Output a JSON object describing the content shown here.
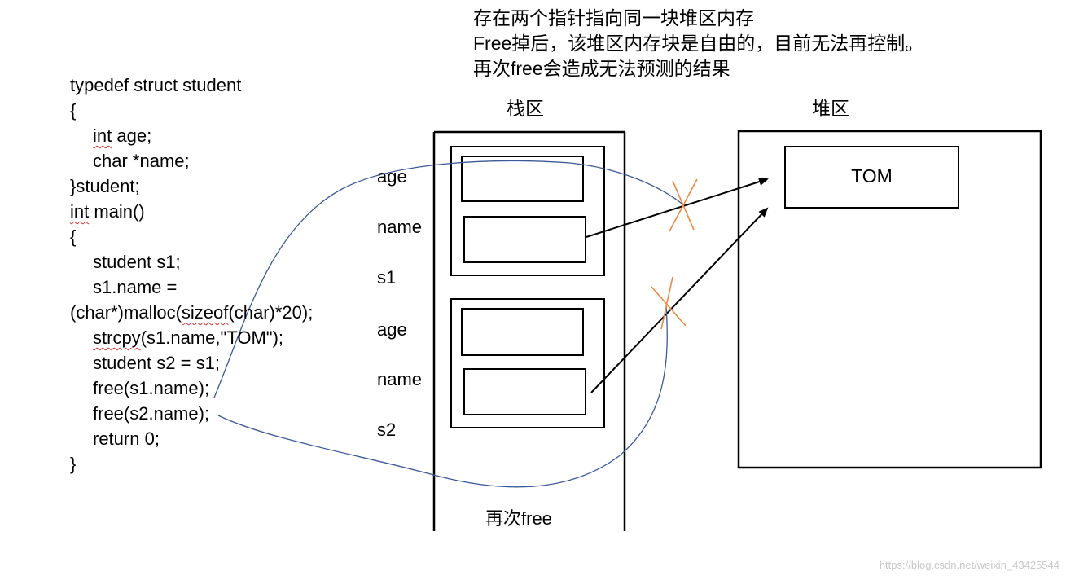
{
  "notes": [
    "存在两个指针指向同一块堆区内存",
    "Free掉后，该堆区内存块是自由的，目前无法再控制。",
    "再次free会造成无法预测的结果"
  ],
  "code": {
    "lines": [
      {
        "pre": "typedef struct student",
        "err": "",
        "post": "",
        "indent": false
      },
      {
        "pre": "{",
        "err": "",
        "post": "",
        "indent": false
      },
      {
        "pre": "",
        "err": "int",
        "post": " age;",
        "indent": true
      },
      {
        "pre": "char *name;",
        "err": "",
        "post": "",
        "indent": true
      },
      {
        "pre": "}student;",
        "err": "",
        "post": "",
        "indent": false
      },
      {
        "pre": "",
        "err": "int",
        "post": " main()",
        "indent": false
      },
      {
        "pre": "{",
        "err": "",
        "post": "",
        "indent": false
      },
      {
        "pre": "student s1;",
        "err": "",
        "post": "",
        "indent": true
      },
      {
        "pre": "s1.name =",
        "err": "",
        "post": "",
        "indent": true
      },
      {
        "pre": "(char*)malloc(",
        "err": "sizeof",
        "post": "(char)*20);",
        "indent": false
      },
      {
        "pre": "",
        "err": "strcpy",
        "post": "(s1.name,\"TOM\");",
        "indent": true
      },
      {
        "pre": "student s2 = s1;",
        "err": "",
        "post": "",
        "indent": true
      },
      {
        "pre": "free(s1.name);",
        "err": "",
        "post": "",
        "indent": true
      },
      {
        "pre": "free(s2.name);",
        "err": "",
        "post": "",
        "indent": true
      },
      {
        "pre": "return 0;",
        "err": "",
        "post": "",
        "indent": true
      },
      {
        "pre": "}",
        "err": "",
        "post": "",
        "indent": false
      }
    ]
  },
  "stack": {
    "title": "栈区",
    "labels": {
      "age1": "age",
      "name1": "name",
      "s1": "s1",
      "age2": "age",
      "name2": "name",
      "s2": "s2"
    },
    "free_again": "再次free"
  },
  "heap": {
    "title": "堆区",
    "block_value": "TOM"
  },
  "watermark": "https://blog.csdn.net/weixin_43425544",
  "colors": {
    "curve": "#3c5a99",
    "cross": "#f0883e",
    "error_underline": "#dd3333"
  }
}
